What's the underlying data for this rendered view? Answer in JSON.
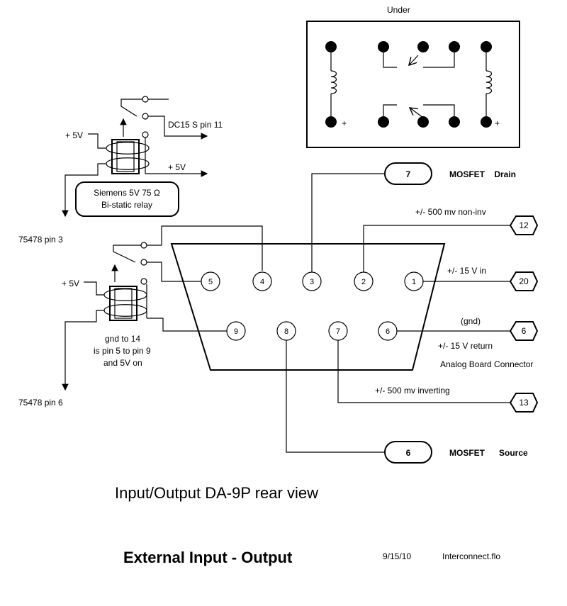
{
  "under_view": {
    "title": "Under",
    "plus_left": "+",
    "plus_right": "+"
  },
  "top_relay": {
    "plus5v_in": "+ 5V",
    "plus5v_out": "+ 5V",
    "dc15_label": "DC15 S pin 11",
    "relay_note_line1": "Siemens 5V 75 Ω",
    "relay_note_line2": "Bi-static relay",
    "driver_label": "75478 pin 3"
  },
  "bottom_relay": {
    "plus5v_in": "+ 5V",
    "note_line1": "gnd to 14",
    "note_line2": "is pin 5 to pin 9",
    "note_line3": "and 5V on",
    "driver_label": "75478 pin 6"
  },
  "connector": {
    "top_pins": [
      "5",
      "4",
      "3",
      "2",
      "1"
    ],
    "bottom_pins": [
      "9",
      "8",
      "7",
      "6"
    ],
    "title": "Input/Output DA-9P rear view",
    "board_label": "Analog Board Connector"
  },
  "signals": {
    "mosfet_drain_num": "7",
    "mosfet_drain_label": "MOSFET    Drain",
    "noninv_label": "+/- 500 mv non-inv",
    "noninv_num": "12",
    "v15_in_label": "+/- 15 V in",
    "v15_in_num": "20",
    "gnd_label": "(gnd)",
    "v15_return_label": "+/- 15 V return",
    "v15_return_num": "6",
    "inverting_label": "+/- 500 mv inverting",
    "inverting_num": "13",
    "mosfet_source_num": "6",
    "mosfet_source_label": "MOSFET      Source"
  },
  "footer": {
    "title": "External Input - Output",
    "date": "9/15/10",
    "filename": "Interconnect.flo"
  }
}
